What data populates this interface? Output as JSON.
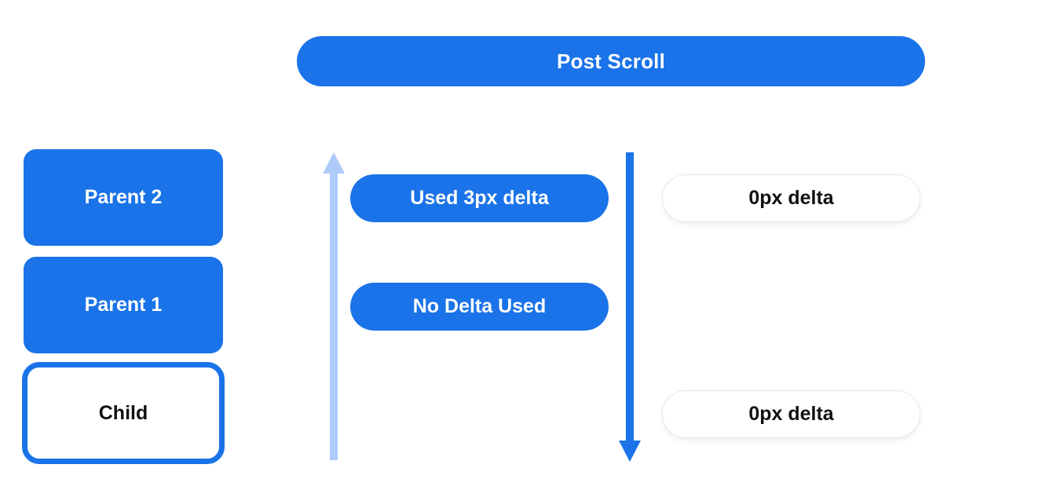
{
  "colors": {
    "primary_blue": "#1a73e8",
    "light_blue": "#aecbfa",
    "text_dark": "#111111",
    "pill_border": "#e8e8e8",
    "white": "#ffffff"
  },
  "header": {
    "title": "Post Scroll"
  },
  "scroll_chain": {
    "boxes": [
      {
        "label": "Parent 2",
        "variant": "filled"
      },
      {
        "label": "Parent 1",
        "variant": "filled"
      },
      {
        "label": "Child",
        "variant": "outlined"
      }
    ]
  },
  "applied_deltas": {
    "pills": [
      {
        "label": "Used 3px delta"
      },
      {
        "label": "No Delta Used"
      }
    ]
  },
  "remaining_deltas": {
    "pills": [
      {
        "label": "0px delta"
      },
      {
        "label": "0px delta"
      }
    ]
  },
  "icons": {
    "up_arrow": "up-arrow",
    "down_arrow": "down-arrow"
  }
}
